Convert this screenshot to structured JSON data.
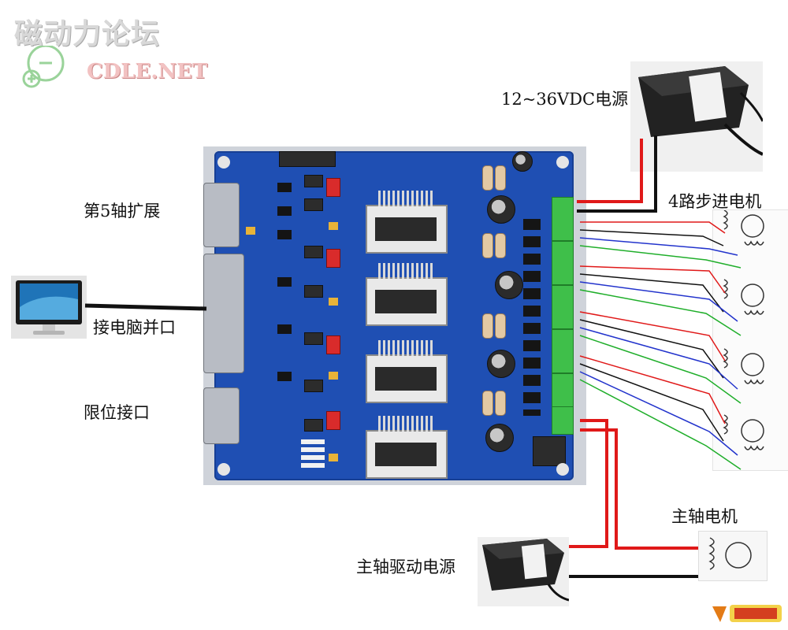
{
  "watermark": {
    "site_cn": "磁动力论坛",
    "site_en": "CDLE.NET"
  },
  "labels": {
    "power_supply": "12~36VDC电源",
    "stepper_motors": "4路步进电机",
    "fifth_axis": "第5轴扩展",
    "pc_port": "接电脑并口",
    "limit_port": "限位接口",
    "spindle_motor": "主轴电机",
    "spindle_power": "主轴驱动电源"
  },
  "icons": {
    "pc": "monitor-icon",
    "power": "power-supply-icon",
    "motor": "motor-coil-icon"
  },
  "colors": {
    "pcb": "#1f4fb3",
    "wire_red": "#e01919",
    "wire_black": "#111111",
    "wire_blue": "#2233cc",
    "wire_green": "#1fae2a"
  }
}
